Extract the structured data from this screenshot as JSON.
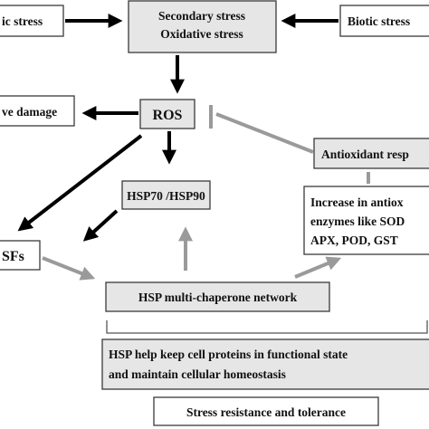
{
  "nodes": {
    "abiotic_stress": "ic stress",
    "secondary_stress_line1": "Secondary stress",
    "secondary_stress_line2": "Oxidative stress",
    "biotic_stress": "Biotic stress",
    "oxidative_damage": "ve damage",
    "ros": "ROS",
    "antioxidant_response": "Antioxidant resp",
    "hsp70_hsp90": "HSP70 /HSP90",
    "antioxidant_enzymes_line1": "Increase in antiox",
    "antioxidant_enzymes_line2": "enzymes like SOD",
    "antioxidant_enzymes_line3": "APX, POD, GST",
    "hsfs": "SFs",
    "hsp_network": "HSP multi-chaperone network",
    "hsp_help_line1": "HSP help keep cell proteins  in functional state",
    "hsp_help_line2": "and maintain cellular homeostasis",
    "stress_resistance": "Stress resistance and tolerance"
  },
  "colors": {
    "black_arrow": "#000000",
    "gray_arrow": "#9a9a9a",
    "box_fill": "#e6e6e6"
  }
}
